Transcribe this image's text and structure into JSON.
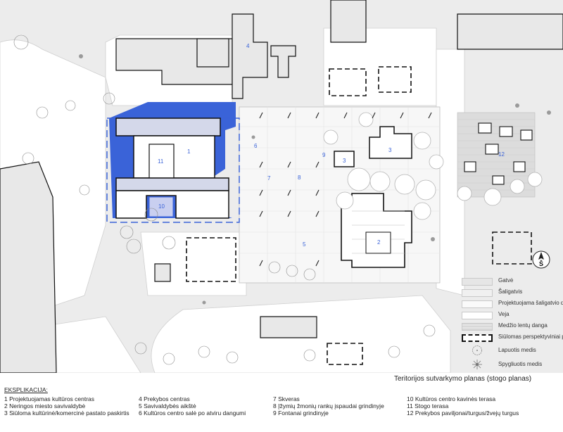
{
  "title": "Teritorijos sutvarkymo planas (stogo planas)",
  "legend": {
    "items": [
      {
        "label": "Gatvė",
        "color": "#e6e6e6"
      },
      {
        "label": "Šaligatvis",
        "color": "#f0f0f0"
      },
      {
        "label": "Projektuojama šaligatvio danga",
        "color": "#fafafa"
      },
      {
        "label": "Veja",
        "color": "#ffffff"
      },
      {
        "label": "Medžio lentų danga",
        "color": "#dedede"
      },
      {
        "label": "Siūlomas perspektyviniai pastatai",
        "color": "#ffffff"
      },
      {
        "label": "Lapuotis medis",
        "color": "#ffffff"
      },
      {
        "label": "Spygliuotis medis",
        "color": "#ffffff"
      }
    ]
  },
  "explication": {
    "heading": "EKSPLIKACIJA:",
    "columns": [
      [
        "1 Projektuojamas kultūros centras",
        "2 Neringos miesto savivaldybė",
        "3 Siūloma kultūrinė/komercinė pastato paskirtis"
      ],
      [
        "4 Prekybos centras",
        "5 Savivaldybės aikštė",
        "6 Kultūros centro salė po atviru dangumi"
      ],
      [
        "7 Skveras",
        "8 Įžymių žmonių rankų įspaudai grindinyje",
        "9 Fontanai grindinyje"
      ],
      [
        "10 Kultūros centro kavinės terasa",
        "11 Stogo terasa",
        "12 Prekybos paviljonai/turgus/žvejų turgus"
      ]
    ]
  },
  "map_labels": {
    "n1": "1",
    "n2": "2",
    "n3": "3",
    "n3b": "3",
    "n4": "4",
    "n5": "5",
    "n6": "6",
    "n7": "7",
    "n8": "8",
    "n9": "9",
    "n10": "10",
    "n11": "11",
    "n12": "12"
  },
  "compass_label": "Š",
  "colors": {
    "accent_blue": "#3a63d8",
    "building_fill": "#ffffff",
    "building_stroke": "#111111",
    "road": "#e6e6e6",
    "existing_building": "#e9e9e9"
  }
}
